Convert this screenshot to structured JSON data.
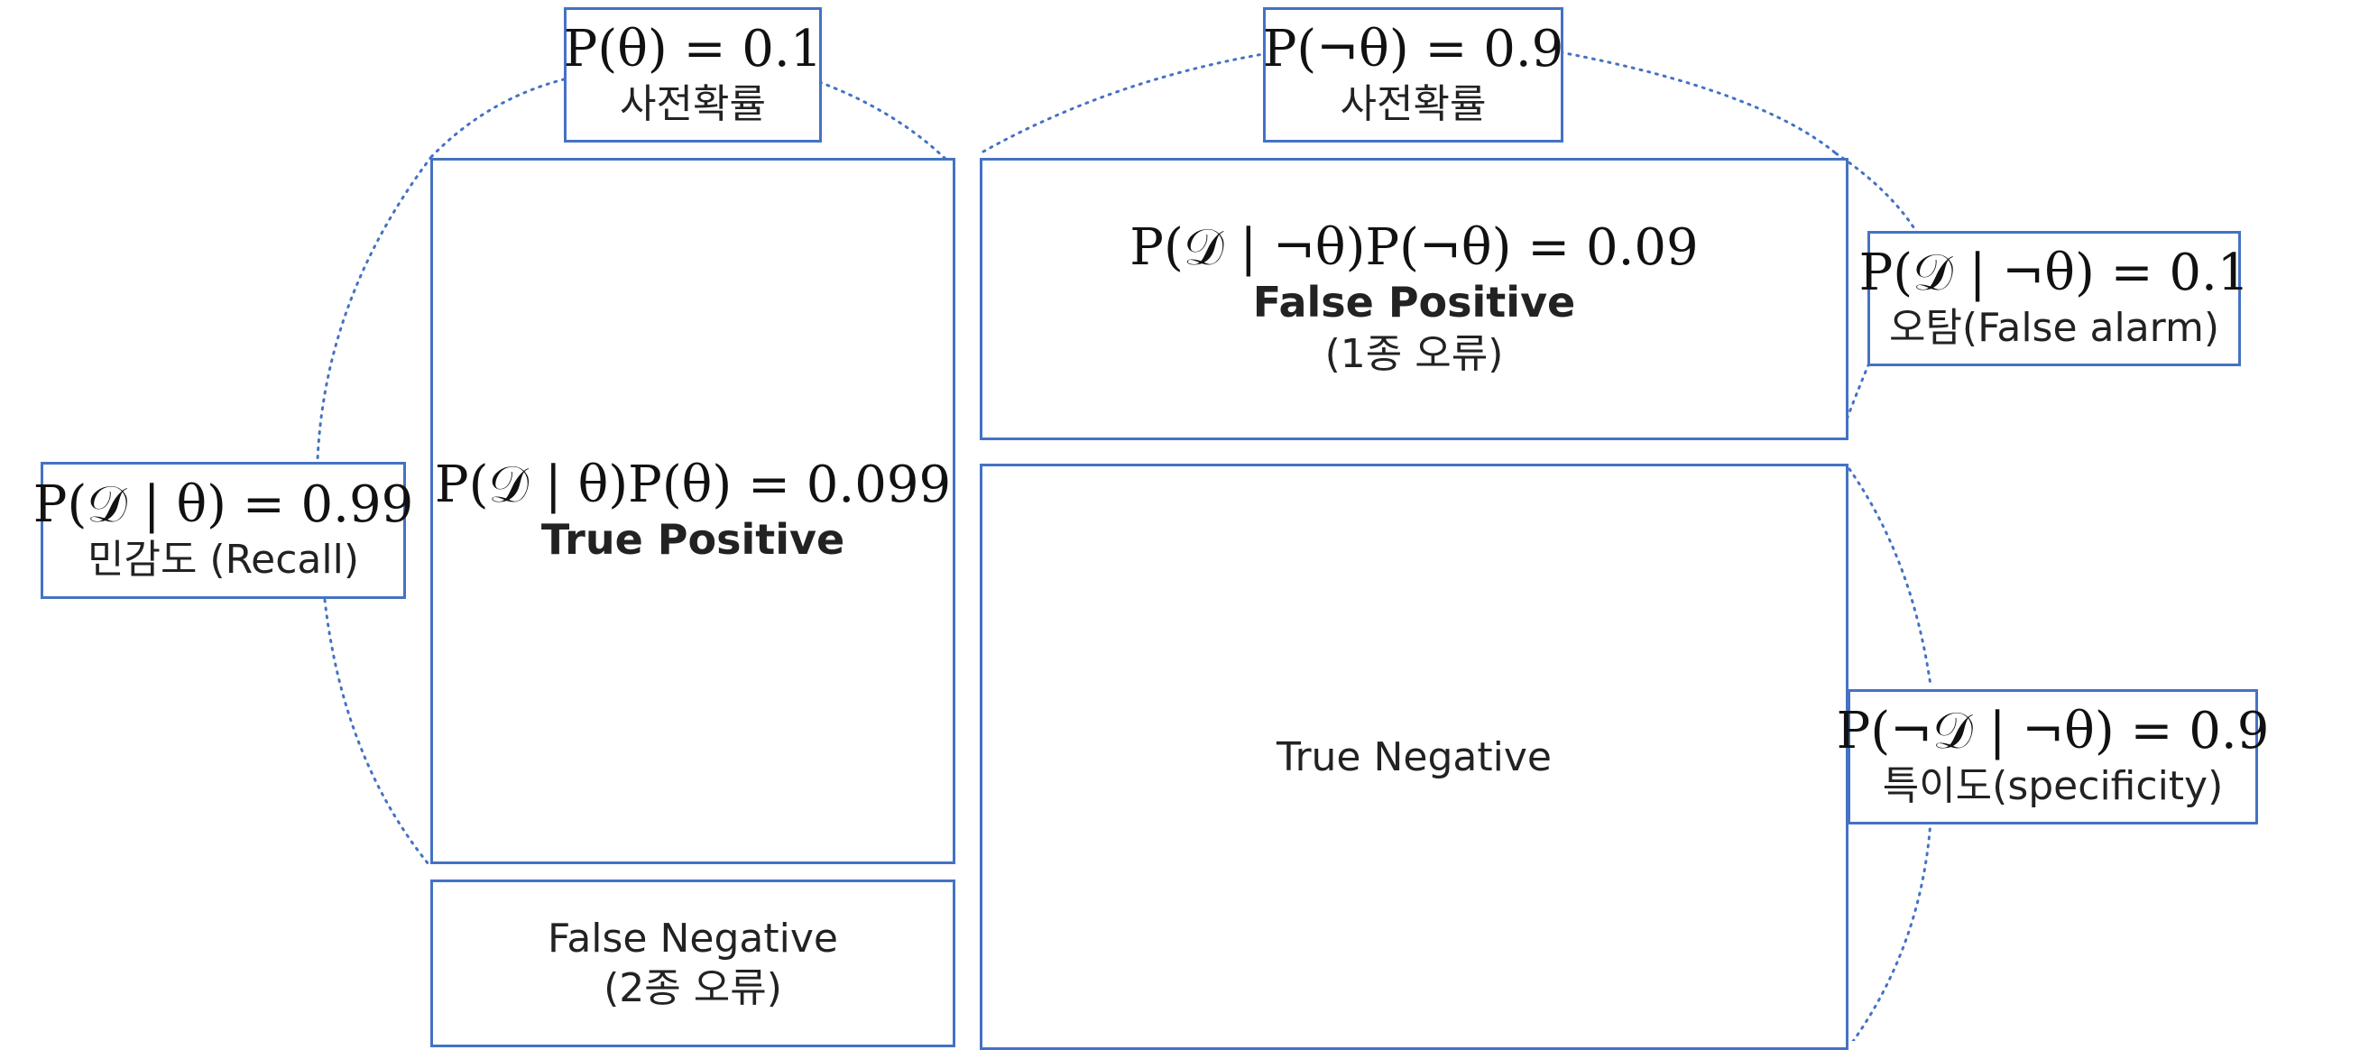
{
  "prior_theta": {
    "formula": "P(θ) = 0.1",
    "label": "사전확률"
  },
  "prior_not_theta": {
    "formula": "P(¬θ) = 0.9",
    "label": "사전확률"
  },
  "sensitivity": {
    "formula": "P(𝒟 | θ) = 0.99",
    "label": "민감도 (Recall)"
  },
  "false_alarm": {
    "formula": "P(𝒟 | ¬θ) = 0.1",
    "label": "오탐(False alarm)"
  },
  "specificity": {
    "formula": "P(¬𝒟 | ¬θ) = 0.9",
    "label": "특이도(specificity)"
  },
  "true_positive": {
    "formula": "P(𝒟 | θ)P(θ) = 0.099",
    "label": "True Positive"
  },
  "false_positive": {
    "formula": "P(𝒟 | ¬θ)P(¬θ) = 0.09",
    "label": "False Positive",
    "sublabel": "(1종 오류)"
  },
  "false_negative": {
    "label": "False Negative",
    "sublabel": "(2종 오류)"
  },
  "true_negative": {
    "label": "True Negative"
  },
  "colors": {
    "border": "#4472c4",
    "dotted_line": "#4472c4"
  }
}
